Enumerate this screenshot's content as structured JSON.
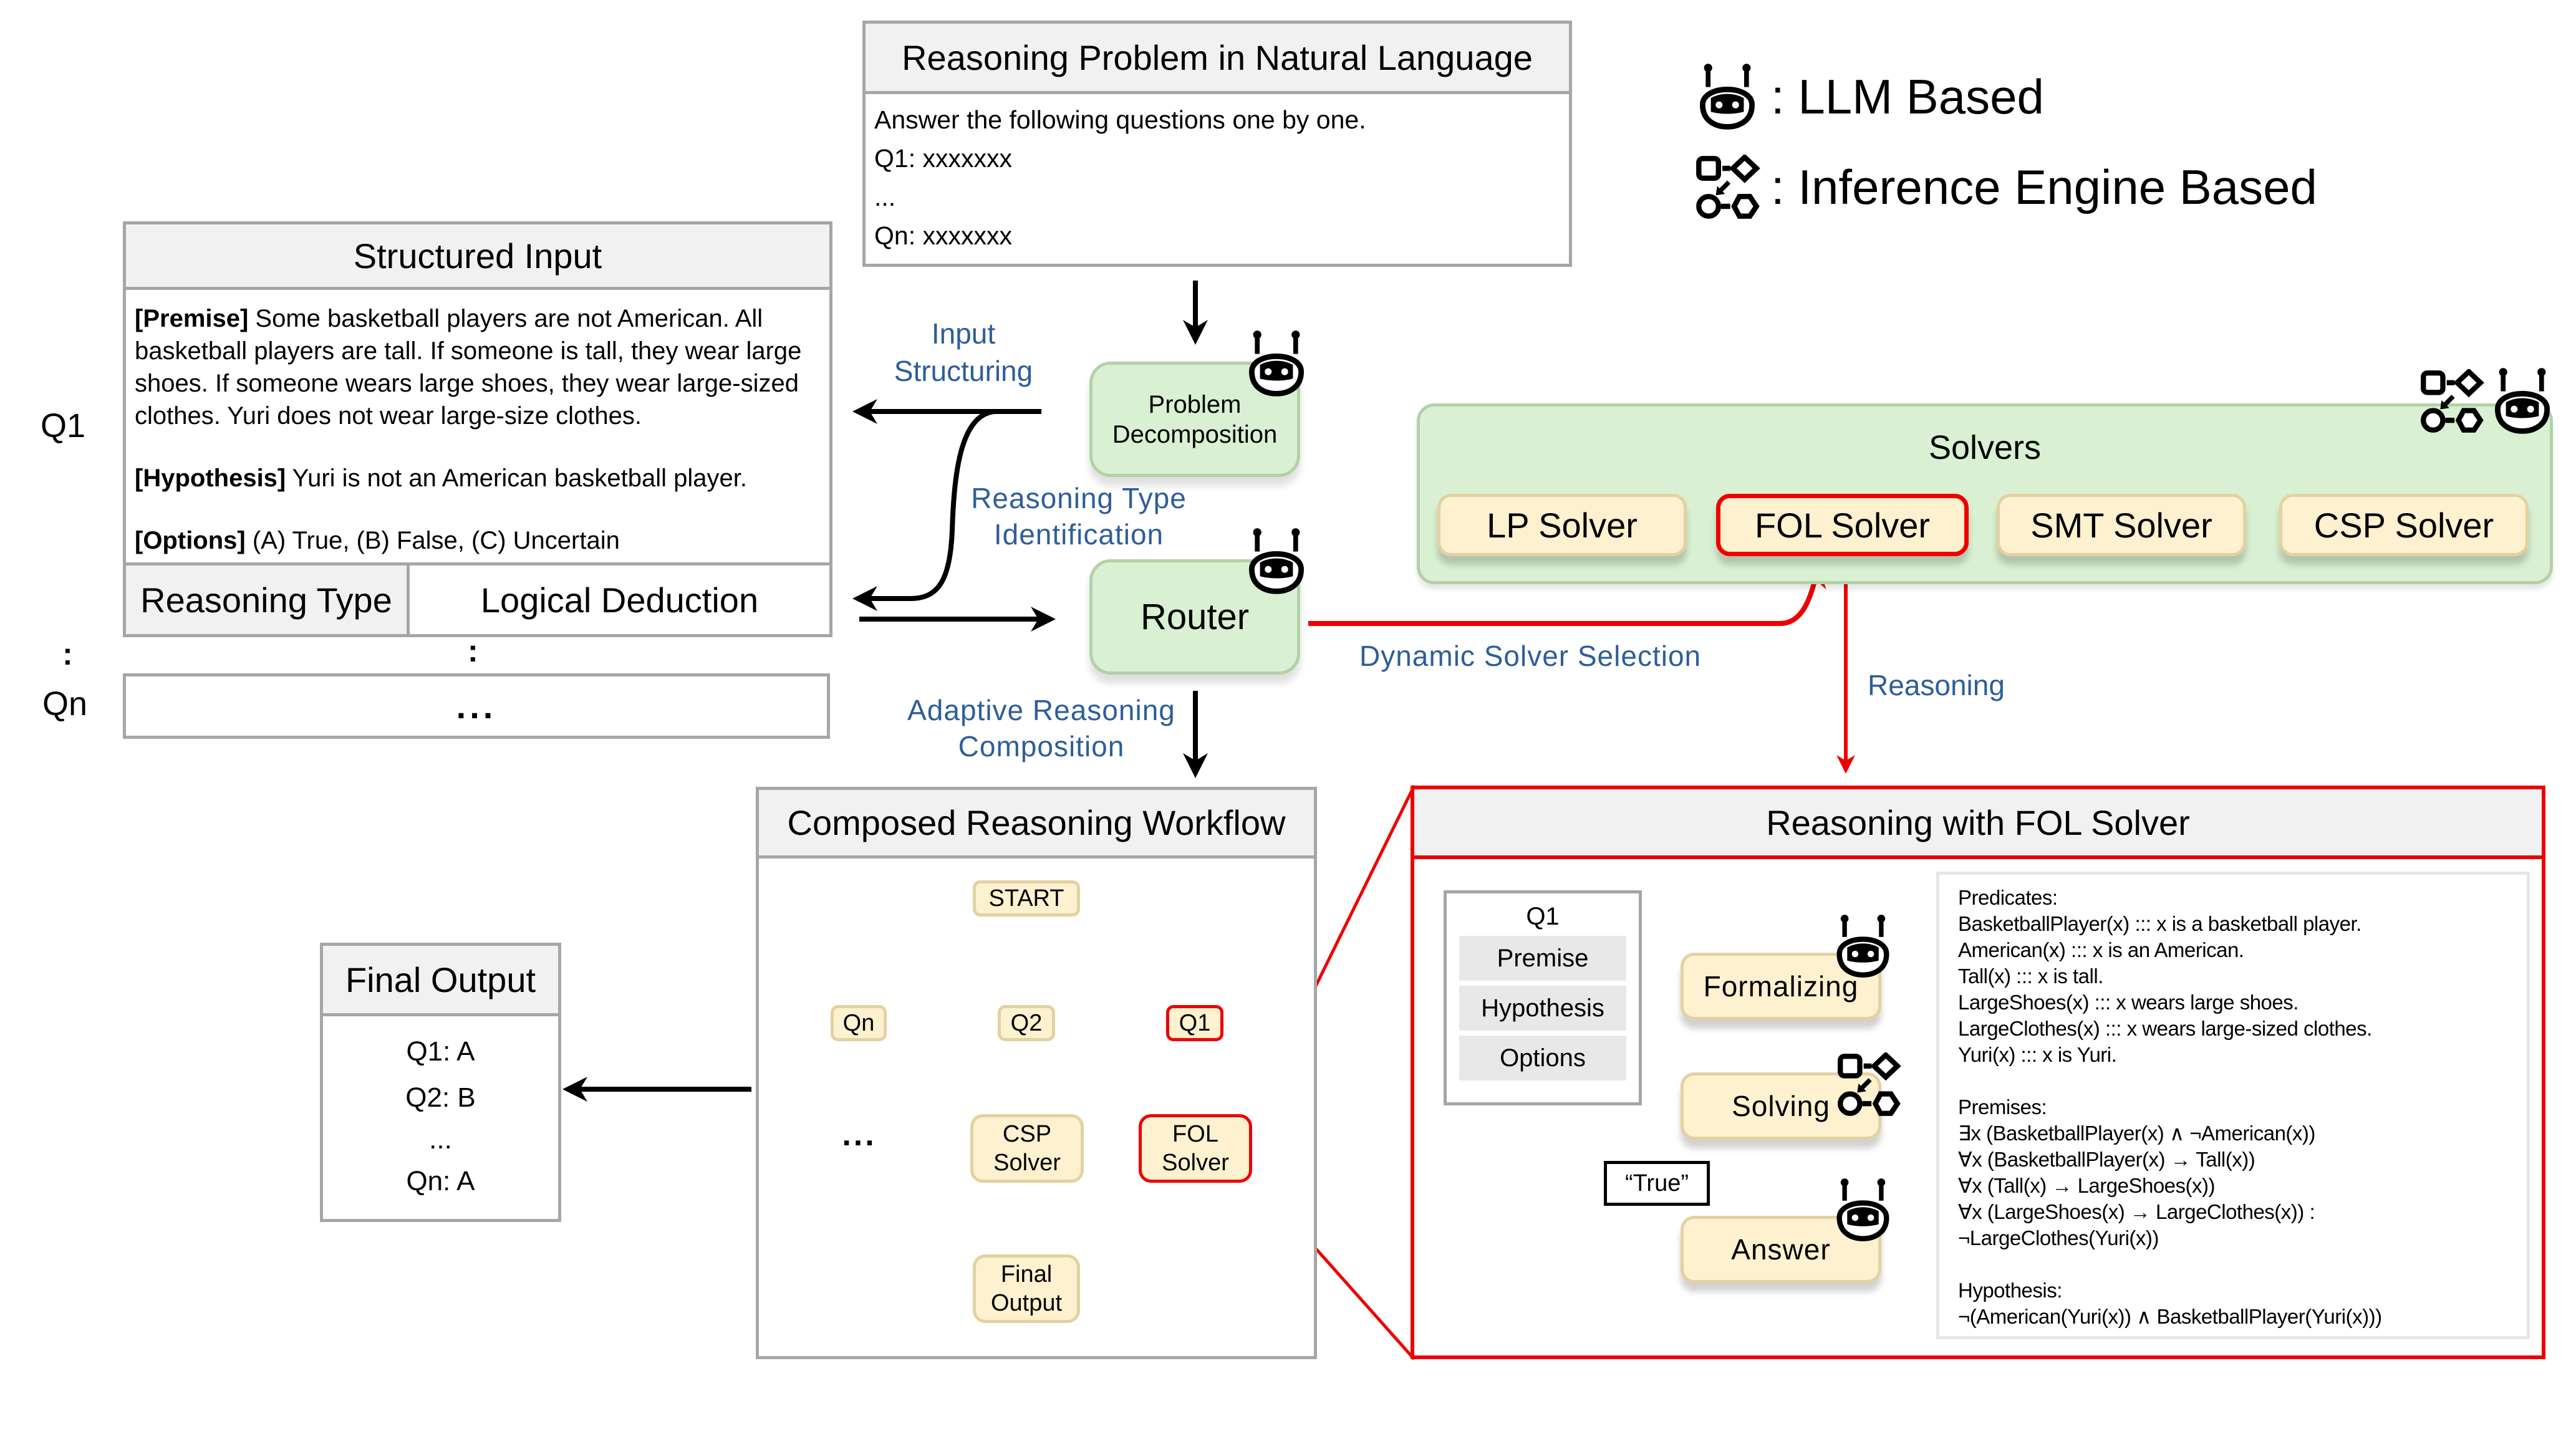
{
  "legend": {
    "llm_label": ": LLM Based",
    "engine_label": ": Inference Engine Based"
  },
  "problem": {
    "title": "Reasoning Problem in Natural Language",
    "lines": [
      "Answer the following questions one by one.",
      "Q1: xxxxxxx",
      "...",
      "Qn: xxxxxxx"
    ]
  },
  "structured_input": {
    "title": "Structured Input",
    "row_label_q1": "Q1",
    "row_label_dots": ":",
    "row_label_qn": "Qn",
    "premise_tag": "[Premise]",
    "premise_text": " Some basketball players are not American. All basketball players are tall. If someone is tall, they wear large shoes. If someone wears large shoes, they wear large-sized clothes. Yuri does not wear large-size clothes.",
    "hypothesis_tag": "[Hypothesis]",
    "hypothesis_text": " Yuri is not an American basketball player.",
    "options_tag": "[Options]",
    "options_text": " (A) True, (B) False, (C) Uncertain",
    "reasoning_type_label": "Reasoning Type",
    "reasoning_type_value": "Logical Deduction",
    "middle_dots": ":",
    "qn_content": "..."
  },
  "flow_labels": {
    "input_structuring": [
      "Input",
      "Structuring"
    ],
    "reasoning_type_identification": [
      "Reasoning Type",
      "Identification"
    ],
    "adaptive_reasoning_composition": [
      "Adaptive Reasoning",
      "Composition"
    ],
    "dynamic_solver_selection": "Dynamic Solver Selection",
    "reasoning": "Reasoning"
  },
  "nodes": {
    "problem_decomposition": [
      "Problem",
      "Decomposition"
    ],
    "router": "Router"
  },
  "solvers": {
    "title": "Solvers",
    "items": [
      {
        "label": "LP Solver",
        "selected": false
      },
      {
        "label": "FOL Solver",
        "selected": true
      },
      {
        "label": "SMT Solver",
        "selected": false
      },
      {
        "label": "CSP Solver",
        "selected": false
      }
    ]
  },
  "workflow": {
    "title": "Composed Reasoning Workflow",
    "start": "START",
    "qn": "Qn",
    "q2": "Q2",
    "q1": "Q1",
    "ellipsis": "...",
    "csp_solver": [
      "CSP",
      "Solver"
    ],
    "fol_solver": [
      "FOL",
      "Solver"
    ],
    "final_output": [
      "Final",
      "Output"
    ]
  },
  "final_output": {
    "title": "Final Output",
    "lines": [
      "Q1: A",
      "Q2: B",
      "...",
      "Qn: A"
    ]
  },
  "fol_reasoning": {
    "title": "Reasoning with FOL Solver",
    "q_title": "Q1",
    "q_parts": [
      "Premise",
      "Hypothesis",
      "Options"
    ],
    "steps": {
      "formalizing": "Formalizing",
      "solving": "Solving",
      "answer": "Answer"
    },
    "result_token": "“True”",
    "formal_lines": [
      "Predicates:",
      "BasketballPlayer(x) ::: x is a basketball player.",
      "American(x) ::: x is an American.",
      "Tall(x) ::: x is tall.",
      "LargeShoes(x) ::: x wears large shoes.",
      "LargeClothes(x) ::: x wears large-sized clothes.",
      "Yuri(x) ::: x is Yuri.",
      "",
      "Premises:",
      "∃x (BasketballPlayer(x) ∧ ¬American(x))",
      "∀x (BasketballPlayer(x) → Tall(x))",
      "∀x (Tall(x) → LargeShoes(x))",
      "∀x (LargeShoes(x) → LargeClothes(x)) :",
      "¬LargeClothes(Yuri(x))",
      "",
      "Hypothesis:",
      "¬(American(Yuri(x)) ∧ BasketballPlayer(Yuri(x)))"
    ]
  },
  "colors": {
    "highlight_red": "#ee0000",
    "label_blue": "#2e5e99",
    "node_green": "#d9f0d2",
    "node_yellow": "#fdf1cf",
    "panel_gray": "#a6a6a6"
  }
}
